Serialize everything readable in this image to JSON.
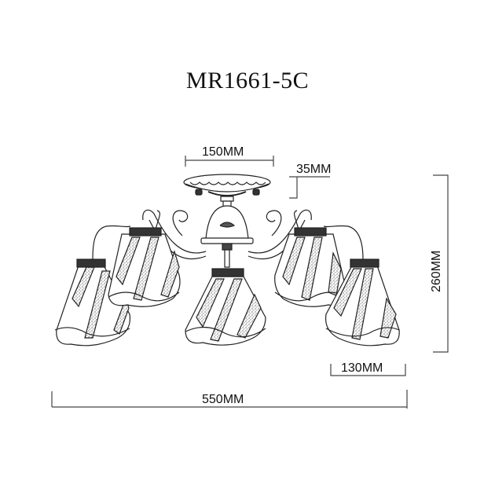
{
  "title": "MR1661-5C",
  "dimensions": {
    "canopy_width": "150MM",
    "canopy_height": "35MM",
    "total_height": "260MM",
    "shade_width": "130MM",
    "total_width": "550MM"
  },
  "colors": {
    "line": "#222222",
    "dimension_line": "#444444",
    "background": "#ffffff"
  }
}
